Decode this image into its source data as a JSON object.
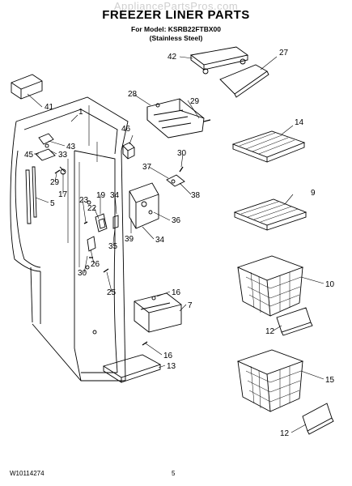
{
  "watermark": "AppliancePartsPros.com",
  "header": {
    "title": "FREEZER LINER PARTS",
    "model_line": "For Model: KSRB22FTBX00",
    "variant_line": "(Stainless Steel)"
  },
  "footer": {
    "doc_number": "W10114274",
    "page_number": "5"
  },
  "callouts": [
    "42",
    "27",
    "28",
    "29",
    "41",
    "1",
    "46",
    "14",
    "43",
    "45",
    "33",
    "30",
    "37",
    "38",
    "29",
    "17",
    "5",
    "9",
    "23",
    "19",
    "34",
    "22",
    "36",
    "39",
    "34",
    "35",
    "30",
    "26",
    "10",
    "25",
    "16",
    "7",
    "12",
    "16",
    "13",
    "15",
    "12"
  ]
}
